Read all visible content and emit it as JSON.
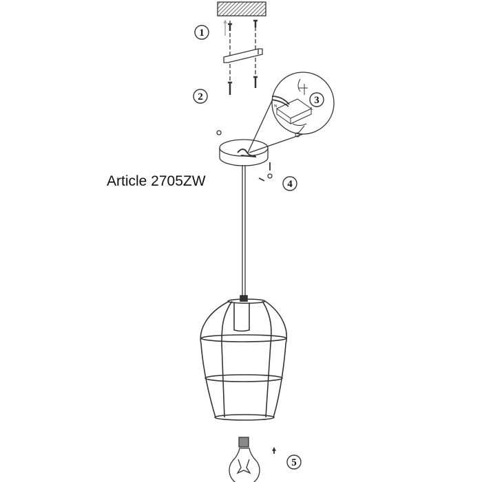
{
  "article_label": "Article 2705ZW",
  "steps": [
    "1",
    "2",
    "3",
    "4",
    "5"
  ],
  "wire_labels": {
    "neutral": "N",
    "live": "L"
  },
  "line_color": "#333333"
}
